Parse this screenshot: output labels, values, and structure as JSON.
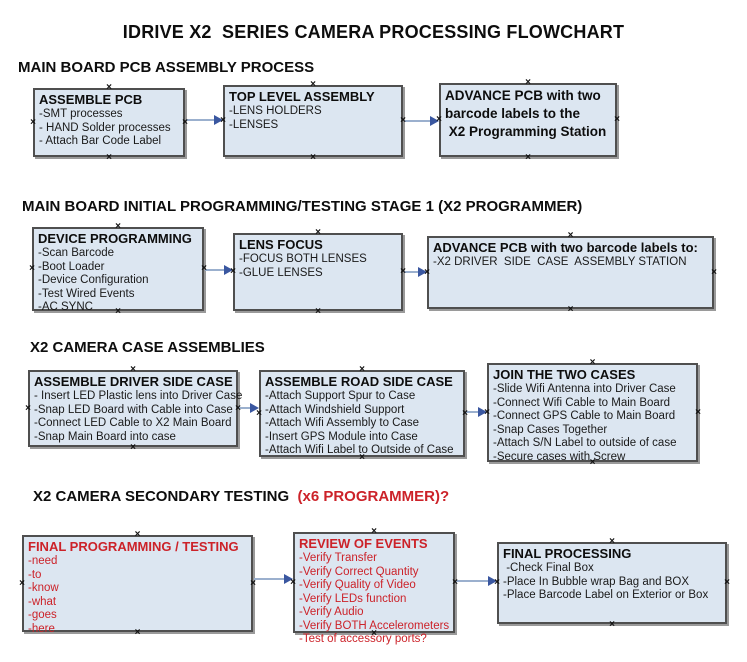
{
  "title": "IDRIVE X2  SERIES CAMERA PROCESSING FLOWCHART",
  "icons": {
    "connection_marker": "×"
  },
  "colors": {
    "box_fill": "#dce6f1",
    "box_border": "#4f4f4f",
    "arrow_line": "#9bb0ce",
    "arrow_head": "#3a57a0",
    "red_text": "#cc2229",
    "heading_text": "#0d0d0d"
  },
  "sections": [
    {
      "heading": "MAIN BOARD PCB ASSEMBLY PROCESS",
      "boxes": [
        {
          "title": "ASSEMBLE PCB",
          "items": [
            "-SMT processes",
            "- HAND Solder processes",
            "- Attach Bar Code Label"
          ]
        },
        {
          "title": "TOP LEVEL ASSEMBLY",
          "items": [
            "-LENS HOLDERS",
            "-LENSES"
          ]
        },
        {
          "title": "ADVANCE PCB with two",
          "items": [
            "barcode labels to the",
            " X2 Programming Station"
          ]
        }
      ]
    },
    {
      "heading": "MAIN BOARD INITIAL PROGRAMMING/TESTING STAGE 1 (X2 PROGRAMMER)",
      "boxes": [
        {
          "title": "DEVICE PROGRAMMING",
          "items": [
            "-Scan Barcode",
            "-Boot Loader",
            "-Device Configuration",
            "-Test Wired Events",
            "-AC SYNC"
          ]
        },
        {
          "title": "LENS FOCUS",
          "items": [
            "-FOCUS BOTH LENSES",
            "-GLUE LENSES"
          ]
        },
        {
          "title": "ADVANCE PCB with two barcode labels to:",
          "items": [
            "-X2 DRIVER  SIDE  CASE  ASSEMBLY STATION"
          ]
        }
      ]
    },
    {
      "heading": "X2 CAMERA CASE ASSEMBLIES",
      "boxes": [
        {
          "title": "ASSEMBLE DRIVER SIDE CASE",
          "items": [
            "- Insert LED Plastic lens into Driver Case",
            "-Snap LED Board with Cable into Case",
            "-Connect LED Cable to X2 Main Board",
            "-Snap Main Board into case"
          ]
        },
        {
          "title": "ASSEMBLE ROAD SIDE CASE",
          "items": [
            "-Attach Support Spur to Case",
            "-Attach Windshield Support",
            "-Attach Wifi Assembly to Case",
            "-Insert GPS Module into Case",
            "-Attach Wifi Label to Outside of Case"
          ]
        },
        {
          "title": "JOIN THE TWO CASES",
          "items": [
            "-Slide Wifi Antenna into Driver Case",
            "-Connect Wifi Cable to Main Board",
            "-Connect GPS Cable to Main Board",
            "-Snap Cases Together",
            "-Attach S/N Label to outside of case",
            "-Secure cases with Screw"
          ]
        }
      ]
    },
    {
      "heading": "X2 CAMERA SECONDARY TESTING ",
      "heading_red": " (x6 PROGRAMMER)?",
      "boxes": [
        {
          "title": "FINAL PROGRAMMING / TESTING",
          "items": [
            "-need",
            "-to",
            "-know",
            "-what",
            "-goes",
            "-here"
          ]
        },
        {
          "title": "REVIEW OF EVENTS",
          "items": [
            "-Verify Transfer",
            "-Verify Correct Quantity",
            "-Verify Quality of Video",
            "-Verify LEDs function",
            "-Verify Audio",
            "-Verify BOTH Accelerometers",
            "-Test of accessory ports?"
          ]
        },
        {
          "title": "FINAL PROCESSING",
          "items": [
            " -Check Final Box",
            "-Place In Bubble wrap Bag and BOX",
            "-Place Barcode Label on Exterior or Box"
          ]
        }
      ]
    }
  ]
}
